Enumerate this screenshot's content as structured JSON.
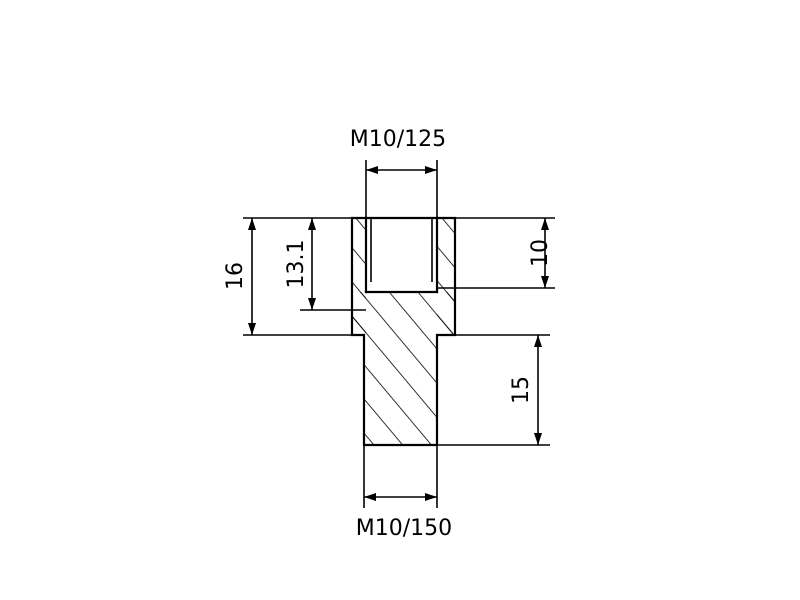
{
  "dimensions": {
    "top_thread": "M10/125",
    "bottom_thread": "M10/150",
    "overall_height": "16",
    "bore_depth": "13.1",
    "thread_depth_top": "10",
    "lower_height": "15"
  }
}
